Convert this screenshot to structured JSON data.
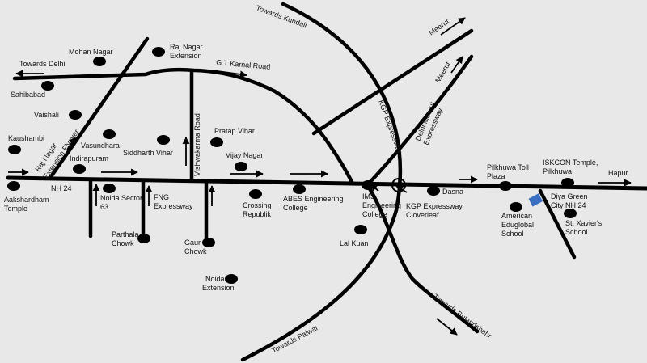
{
  "colors": {
    "background": "#e8e8e8",
    "road": "#000000",
    "marker": "#000000",
    "highlight": "#3a6fc4"
  },
  "roads": {
    "nh24": "NH 24",
    "gt_karnal": "G T Karnal Road",
    "kgp_expressway": "KGP Expressway",
    "delhi_meerut": "Delhi Meerut Expressway",
    "vishwakarma": "Vishwakarma Road",
    "raj_nagar_flyover": "Raj Nagar Extension Flyover",
    "fng": "FNG Expressway"
  },
  "directions": {
    "towards_delhi": "Towards Delhi",
    "towards_kundali": "Towards Kundali",
    "meerut_1": "Meerut",
    "meerut_2": "Meerut",
    "hapur": "Hapur",
    "towards_palwal": "Towards Palwal",
    "towards_bulandshahr": "Towards Bulandshahr"
  },
  "places": {
    "mohan_nagar": "Mohan Nagar",
    "raj_nagar_ext": [
      "Raj Nagar",
      "Extension"
    ],
    "sahibabad": "Sahibabad",
    "vaishali": "Vaishali",
    "kaushambi": "Kaushambi",
    "vasundhara": "Vasundhara",
    "indirapuram": "Indirapuram",
    "siddharth_vihar": "Siddharth Vihar",
    "pratap_vihar": "Pratap Vihar",
    "vijay_nagar": "Vijay Nagar",
    "aakshardham": [
      "Aakshardham",
      "Temple"
    ],
    "noida_sector_63": [
      "Noida Sector",
      "63"
    ],
    "fng_expressway": [
      "FNG",
      "Expressway"
    ],
    "parthala_chowk": [
      "Parthala",
      "Chowk"
    ],
    "gaur_chowk": [
      "Gaur",
      "Chowk"
    ],
    "crossing_republik": [
      "Crossing",
      "Republik"
    ],
    "abes": [
      "ABES Engineering",
      "College"
    ],
    "ims": [
      "IMS",
      "Engineering",
      "College"
    ],
    "lal_kuan": "Lal Kuan",
    "noida_extension": [
      "Noida",
      "Extension"
    ],
    "kgp_cloverleaf": [
      "KGP Expressway",
      "Cloverleaf"
    ],
    "dasna": "Dasna",
    "pilkhuwa_toll": [
      "Pilkhuwa Toll",
      "Plaza"
    ],
    "iskcon": [
      "ISKCON Temple,",
      "Pilkhuwa"
    ],
    "american_eduglobal": [
      "American",
      "Eduglobal",
      "School"
    ],
    "diya_green": [
      "Diya Green",
      "City NH 24"
    ],
    "st_xaviers": [
      "St. Xavier's",
      "School"
    ]
  }
}
